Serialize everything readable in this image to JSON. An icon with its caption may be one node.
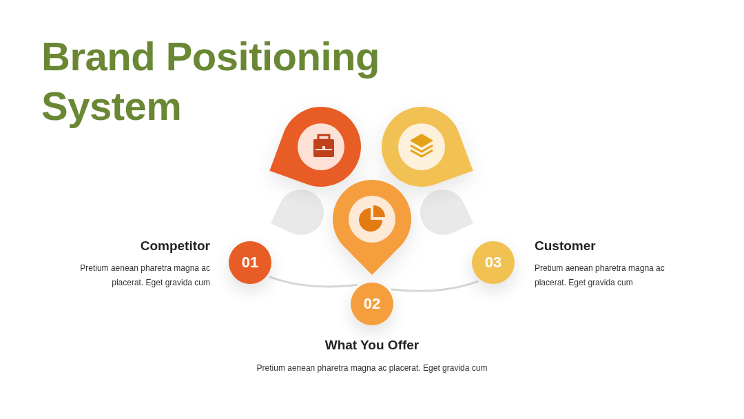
{
  "diagram": {
    "title": "Brand Positioning System",
    "nodes": [
      {
        "text": [
          "01"
        ],
        "beside": [
          "Competitor",
          "Pretium aenean pharetra magna ac placerat. Eget gravida cum"
        ]
      },
      {
        "text": [
          "02"
        ],
        "beside": [
          "What You Offer",
          "Pretium aenean pharetra magna ac placerat. Eget gravida cum"
        ]
      },
      {
        "text": [
          "03"
        ],
        "beside": [
          "Customer",
          "Pretium aenean pharetra magna ac placerat. Eget gravida cum"
        ]
      }
    ],
    "edges": [
      {
        "from": 0,
        "to": 1,
        "arrow": "none"
      },
      {
        "from": 1,
        "to": 2,
        "arrow": "none"
      }
    ]
  }
}
